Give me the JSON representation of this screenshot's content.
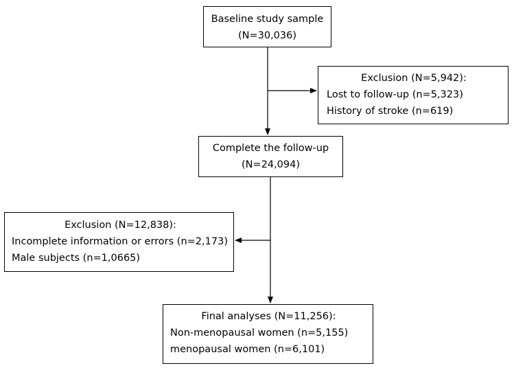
{
  "baseline": {
    "title": "Baseline study sample",
    "count": "(N=30,036)"
  },
  "exclusion_1": {
    "title": "Exclusion (N=5,942):",
    "items": [
      "Lost to follow-up (n=5,323)",
      "History of stroke (n=619)"
    ]
  },
  "complete": {
    "title": "Complete the follow-up",
    "count": "(N=24,094)"
  },
  "exclusion_2": {
    "title": "Exclusion (N=12,838):",
    "items": [
      "Incomplete information or errors (n=2,173)",
      "Male subjects (n=1,0665)"
    ]
  },
  "final": {
    "title": "Final analyses (N=11,256):",
    "items": [
      "Non-menopausal women (n=5,155)",
      "menopausal women (n=6,101)"
    ]
  }
}
